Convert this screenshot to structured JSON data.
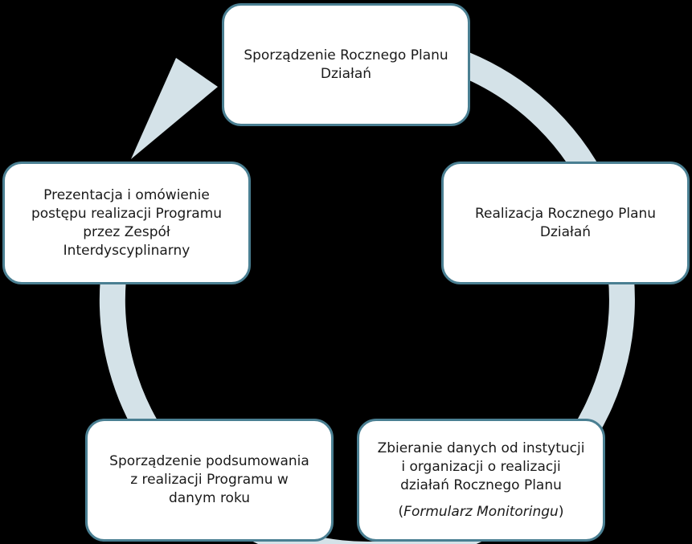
{
  "colors": {
    "background": "#000000",
    "ring": "#d4e2e8",
    "box_border": "#4a7f92",
    "box_fill": "#ffffff",
    "text": "#1a1a1a"
  },
  "steps": [
    {
      "lines": [
        "Sporządzenie Rocznego Planu",
        "Działań"
      ]
    },
    {
      "lines": [
        "Realizacja Rocznego Planu",
        "Działań"
      ]
    },
    {
      "lines": [
        "Zbieranie danych od instytucji",
        "i organizacji o realizacji",
        "działań Rocznego Planu"
      ],
      "note": {
        "open": "(",
        "text": "Formularz Monitoringu",
        "close": ")"
      }
    },
    {
      "lines": [
        "Sporządzenie podsumowania",
        "z realizacji Programu w",
        "danym roku"
      ]
    },
    {
      "lines": [
        "Prezentacja i omówienie",
        "postępu realizacji Programu",
        "przez Zespół",
        "Interdyscyplinarny"
      ]
    }
  ]
}
